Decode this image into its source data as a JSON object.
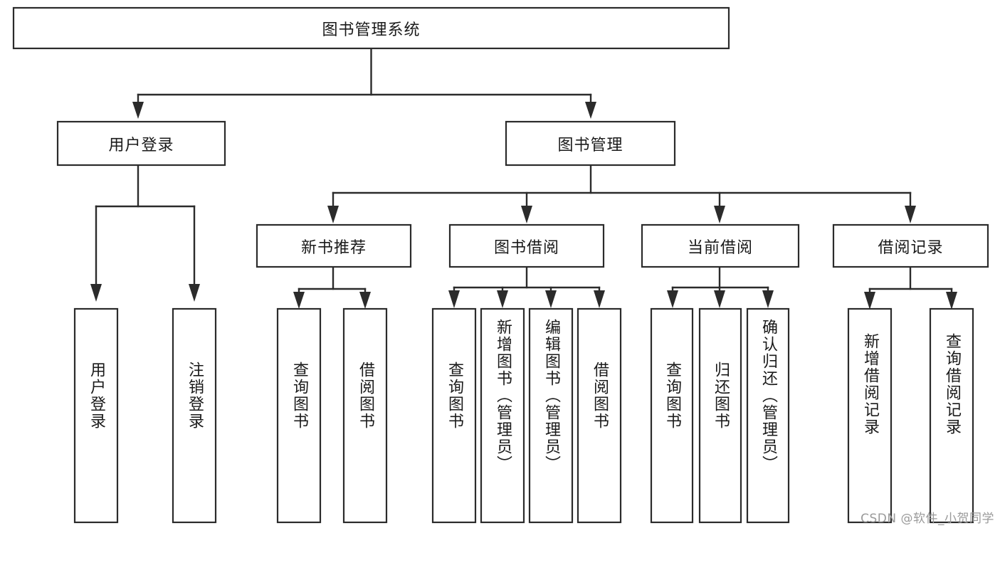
{
  "diagram": {
    "type": "tree",
    "title": "图书管理系统",
    "watermark": "CSDN @软件_小贺同学",
    "colors": {
      "box_stroke": "#2b2b2b",
      "box_fill": "#ffffff",
      "text": "#1a1a1a",
      "watermark": "#9a9a9a",
      "background": "#ffffff"
    },
    "levels": {
      "root": {
        "label": "图书管理系统"
      },
      "level2": [
        {
          "label": "用户登录"
        },
        {
          "label": "图书管理"
        }
      ],
      "level3": [
        {
          "label": "新书推荐"
        },
        {
          "label": "图书借阅"
        },
        {
          "label": "当前借阅"
        },
        {
          "label": "借阅记录"
        }
      ],
      "leaves_user_login": [
        {
          "label": "用户登录"
        },
        {
          "label": "注销登录"
        }
      ],
      "leaves_new_book": [
        {
          "label": "查询图书"
        },
        {
          "label": "借阅图书"
        }
      ],
      "leaves_borrow_book": [
        {
          "label": "查询图书"
        },
        {
          "label": "新增图书（管理员）"
        },
        {
          "label": "编辑图书（管理员）"
        },
        {
          "label": "借阅图书"
        }
      ],
      "leaves_current_borrow": [
        {
          "label": "查询图书"
        },
        {
          "label": "归还图书"
        },
        {
          "label": "确认归还（管理员）"
        }
      ],
      "leaves_borrow_record": [
        {
          "label": "新增借阅记录"
        },
        {
          "label": "查询借阅记录"
        }
      ]
    }
  }
}
